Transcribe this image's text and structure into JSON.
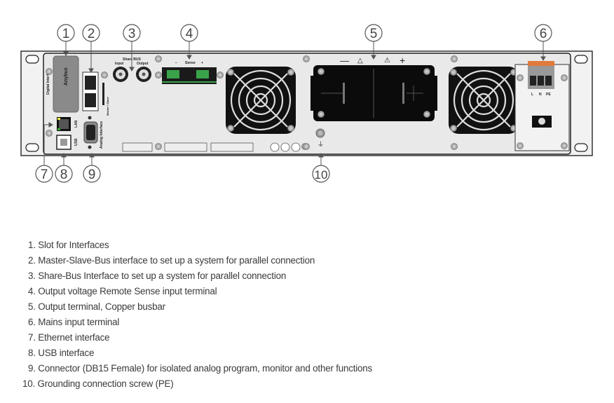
{
  "figure": {
    "callouts": [
      "1",
      "2",
      "3",
      "4",
      "5",
      "6",
      "7",
      "8",
      "9",
      "10"
    ],
    "panel_labels": {
      "digital_interface": "Digital Interface",
      "master_slave": "Master / Slave",
      "share_bus": "Share BUS",
      "input": "Input",
      "output": "Output",
      "sense": "Sense",
      "sense_minus": "–",
      "sense_plus": "+",
      "lan": "LAN",
      "usb": "USB",
      "analog_interface": "Analog Interface",
      "dc_minus": "—",
      "dc_plus": "+",
      "mains_l": "L",
      "mains_n": "N",
      "mains_pe": "PE",
      "ground_symbol": "⏚",
      "slot_brand": "Anybus"
    }
  },
  "legend": [
    "1. Slot for Interfaces",
    "2. Master-Slave-Bus interface to set up a system for parallel connection",
    "3. Share-Bus Interface to set up a system for parallel connection",
    "4. Output voltage Remote Sense input terminal",
    "5. Output terminal, Copper busbar",
    "6. Mains input terminal",
    "7. Ethernet interface",
    "8. USB interface",
    "9. Connector (DB15 Female) for isolated analog program, monitor and other functions",
    "10. Grounding connection screw (PE)"
  ]
}
